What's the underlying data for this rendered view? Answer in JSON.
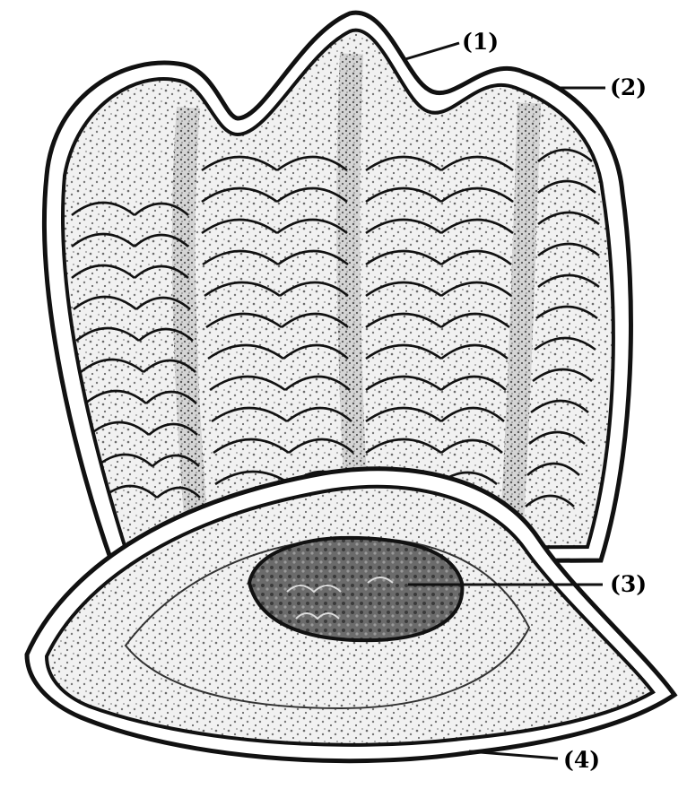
{
  "figure": {
    "labels": [
      {
        "id": "label-1",
        "text": "(1)"
      },
      {
        "id": "label-2",
        "text": "(2)"
      },
      {
        "id": "label-3",
        "text": "(3)"
      },
      {
        "id": "label-4",
        "text": "(4)"
      }
    ]
  },
  "colors": {
    "ink": "#111111",
    "paper": "#ffffff",
    "dark_core": "#5a5a5a"
  }
}
